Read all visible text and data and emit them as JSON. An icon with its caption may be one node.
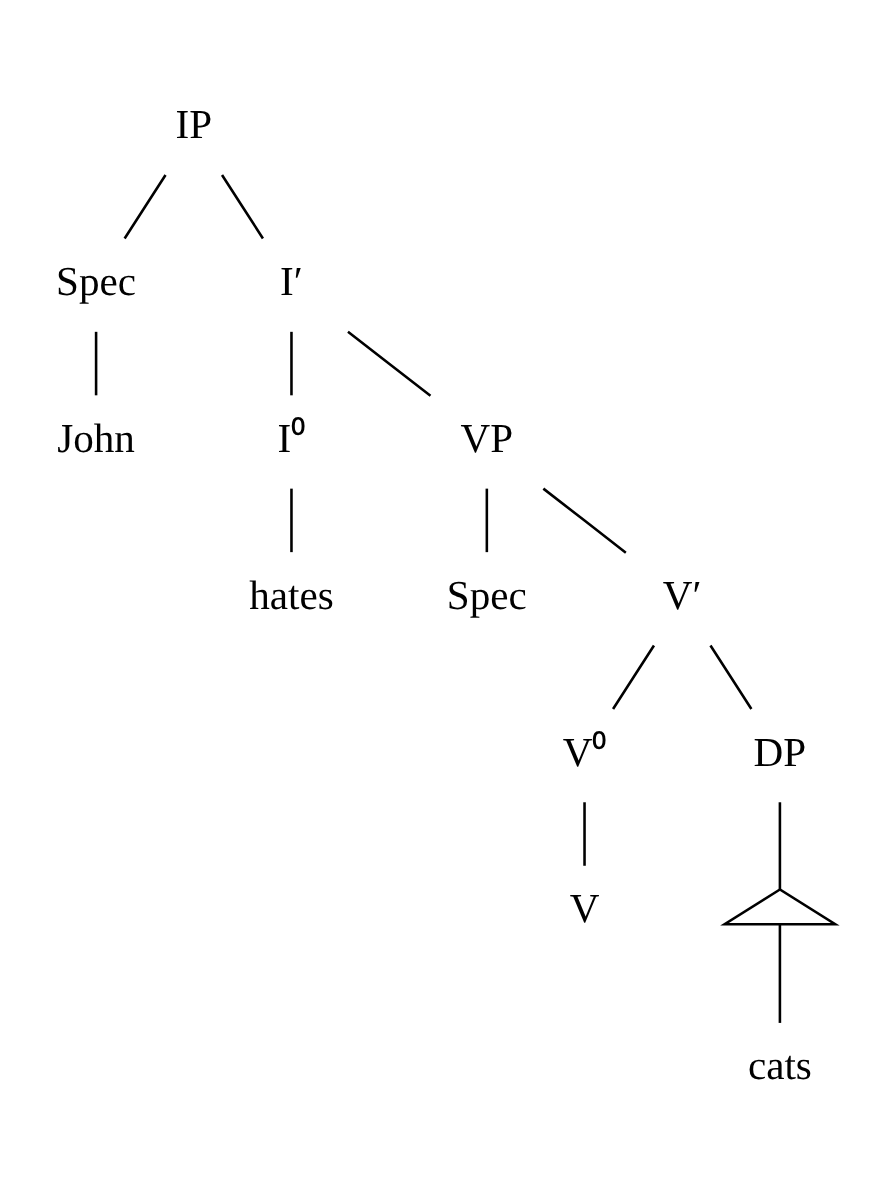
{
  "diagram": {
    "nodes": [
      {
        "text": [
          "IP"
        ]
      },
      {
        "text": [
          "Spec"
        ]
      },
      {
        "text": [
          "I′"
        ]
      },
      {
        "text": [
          "John"
        ]
      },
      {
        "text": [
          "I⁰"
        ]
      },
      {
        "text": [
          "VP"
        ]
      },
      {
        "text": [
          "hates"
        ]
      },
      {
        "text": [
          "Spec"
        ]
      },
      {
        "text": [
          "V′"
        ]
      },
      {
        "text": [
          "V⁰"
        ]
      },
      {
        "text": [
          "DP"
        ]
      },
      {
        "text": [
          "V"
        ]
      },
      {
        "text": [],
        "shape": "triangle"
      },
      {
        "text": [
          "cats"
        ]
      }
    ],
    "edges": [
      {
        "from": 0,
        "to": 1,
        "arrow": "none"
      },
      {
        "from": 0,
        "to": 2,
        "arrow": "none"
      },
      {
        "from": 1,
        "to": 3,
        "arrow": "none"
      },
      {
        "from": 2,
        "to": 4,
        "arrow": "none"
      },
      {
        "from": 2,
        "to": 5,
        "arrow": "none"
      },
      {
        "from": 4,
        "to": 6,
        "arrow": "none"
      },
      {
        "from": 5,
        "to": 7,
        "arrow": "none"
      },
      {
        "from": 5,
        "to": 8,
        "arrow": "none"
      },
      {
        "from": 8,
        "to": 9,
        "arrow": "none"
      },
      {
        "from": 8,
        "to": 10,
        "arrow": "none"
      },
      {
        "from": 9,
        "to": 11,
        "arrow": "none"
      },
      {
        "from": 10,
        "to": 12,
        "arrow": "none"
      },
      {
        "from": 12,
        "to": 13,
        "arrow": "none"
      }
    ]
  }
}
